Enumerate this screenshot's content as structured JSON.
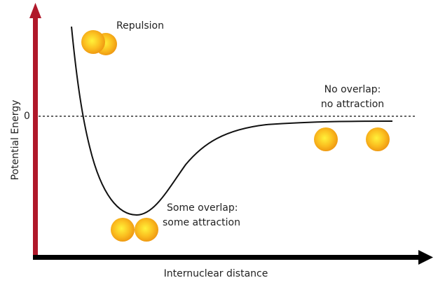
{
  "axes": {
    "y_label": "Potential Energy",
    "x_label": "Internuclear distance",
    "zero_tick": "0",
    "y_axis_color": "#b0182a",
    "x_axis_color": "#000000"
  },
  "annotations": {
    "repulsion": "Repulsion",
    "some_overlap_line1": "Some overlap:",
    "some_overlap_line2": "some attraction",
    "no_overlap_line1": "No overlap:",
    "no_overlap_line2": "no attraction"
  },
  "atom_color": "#f5a623"
}
